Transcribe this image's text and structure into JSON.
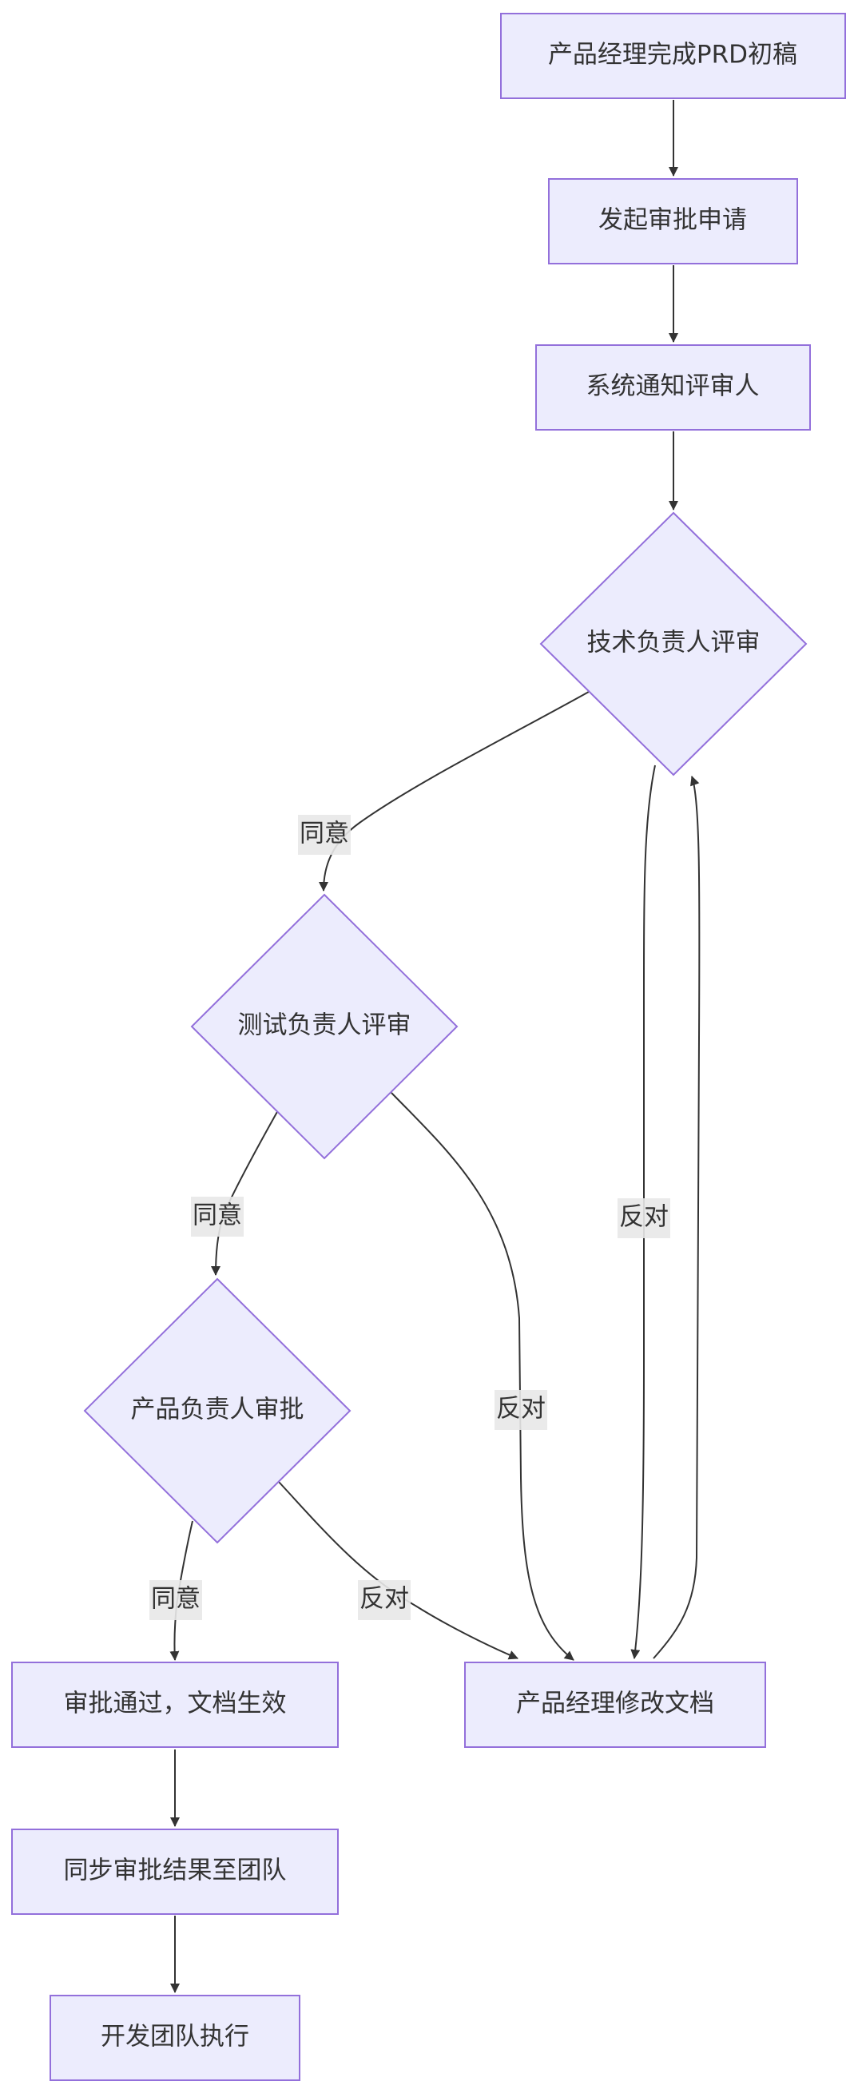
{
  "nodes": {
    "prd_draft": "产品经理完成PRD初稿",
    "submit_request": "发起审批申请",
    "notify_reviewers": "系统通知评审人",
    "tech_review": "技术负责人评审",
    "test_review": "测试负责人评审",
    "product_approval": "产品负责人审批",
    "pm_revise": "产品经理修改文档",
    "approved_effective": "审批通过，文档生效",
    "sync_team": "同步审批结果至团队",
    "dev_execute": "开发团队执行"
  },
  "edge_labels": {
    "tech_agree": "同意",
    "tech_reject": "反对",
    "test_agree": "同意",
    "test_reject": "反对",
    "product_agree": "同意",
    "product_reject": "反对"
  },
  "colors": {
    "node_fill": "#ececfd",
    "node_stroke": "#9370db",
    "edge": "#333333",
    "label_bg": "#e8e8e8"
  }
}
